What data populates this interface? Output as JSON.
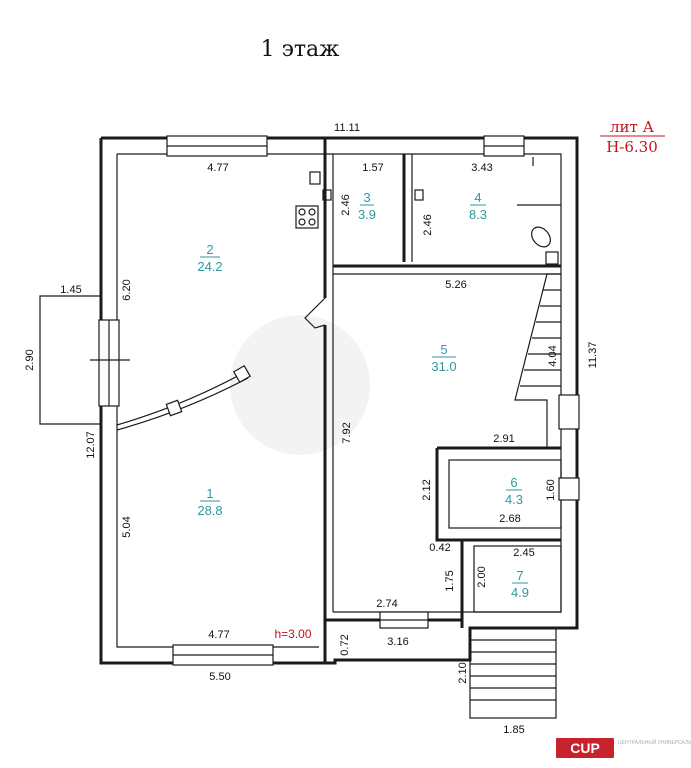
{
  "title": "1 этаж",
  "lit": {
    "line1": "лит А",
    "line2": "Н-6.30"
  },
  "height_label": "h=3.00",
  "rooms": [
    {
      "num": "1",
      "area": "28.8"
    },
    {
      "num": "2",
      "area": "24.2"
    },
    {
      "num": "3",
      "area": "3.9"
    },
    {
      "num": "4",
      "area": "8.3"
    },
    {
      "num": "5",
      "area": "31.0"
    },
    {
      "num": "6",
      "area": "4.3"
    },
    {
      "num": "7",
      "area": "4.9"
    }
  ],
  "dims": {
    "top_total": "11.11",
    "room2_top": "4.77",
    "room3_top": "1.57",
    "room4_top": "3.43",
    "room3_side": "2.46",
    "room4_side": "2.46",
    "room2_side": "6.20",
    "porch_top": "1.45",
    "porch_side": "2.90",
    "left_total": "12.07",
    "room1_side": "5.04",
    "room1_bottom": "4.77",
    "bottom_left": "5.50",
    "room5_top": "5.26",
    "right_total": "11.37",
    "stair_side": "4.04",
    "room5_side": "7.92",
    "room5_step": "2.91",
    "room6_side_left": "2.12",
    "room6_side_right": "1.60",
    "room6_bottom": "2.68",
    "gap": "0.42",
    "room7_top": "2.45",
    "room7_side_a": "1.75",
    "room7_side_b": "2.00",
    "room5_bottom": "2.74",
    "offset": "0.72",
    "bottom_mid": "3.16",
    "stair_out_side": "2.10",
    "stair_out_bottom": "1.85"
  },
  "logo": {
    "text": "CUP",
    "side": "ЦЕНТРАЛЬНЫЙ УНИВЕРСАЛЬНЫЙ РИЭЛТОР"
  }
}
